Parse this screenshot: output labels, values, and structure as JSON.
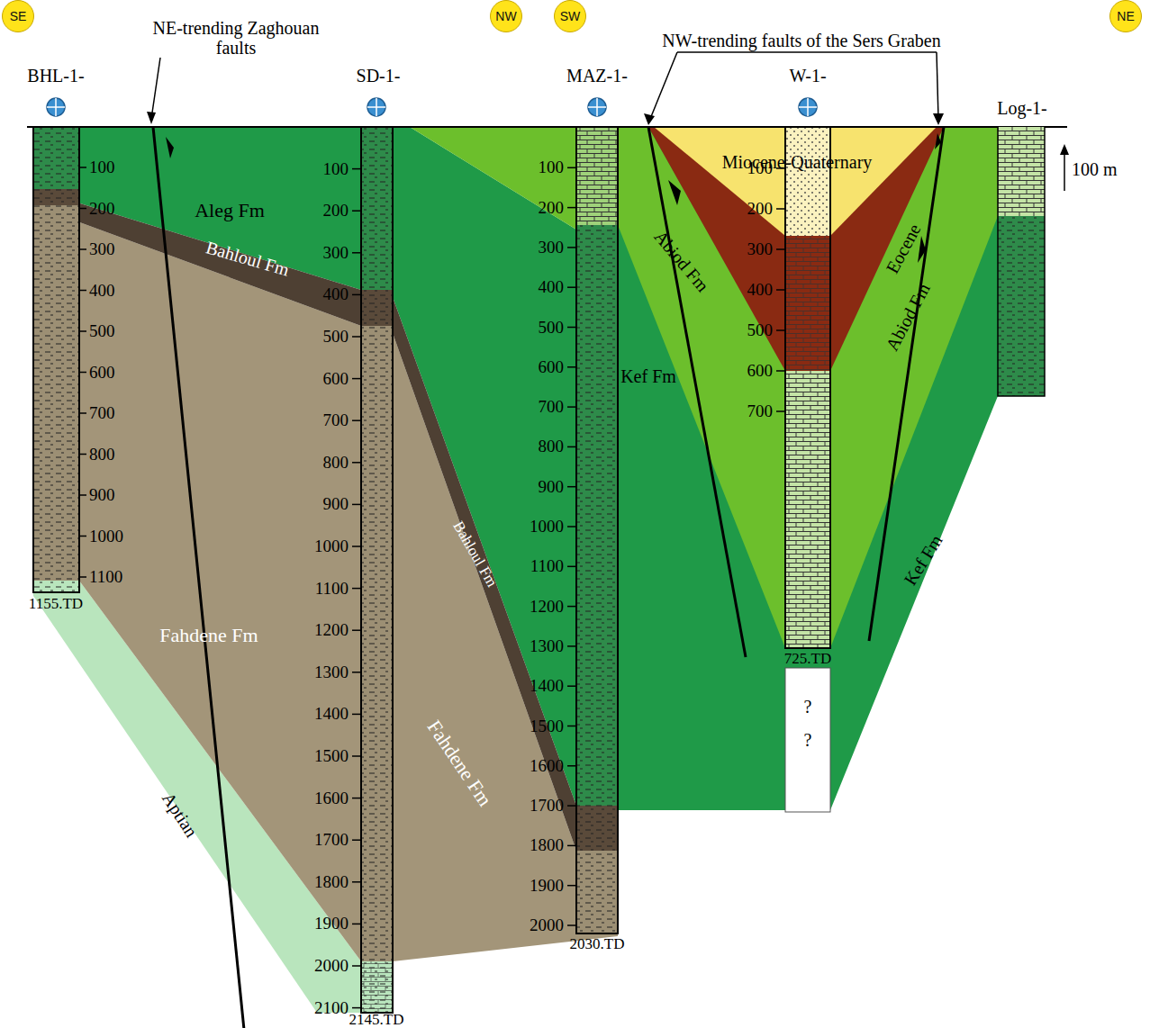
{
  "diagram": {
    "nodes": [
      {
        "text": [
          "SE"
        ]
      },
      {
        "text": [
          "NW"
        ]
      },
      {
        "text": [
          "SW"
        ]
      },
      {
        "text": [
          "NE"
        ]
      }
    ],
    "labels": [
      "BHL-1-",
      "SD-1-",
      "MAZ-1-",
      "W-1-",
      "Log-1-",
      "NE-trending Zaghouan faults",
      "NW-trending faults of the Sers Graben",
      "Aleg Fm",
      "Bahloul Fm",
      "Bahloul Fm",
      "Fahdene Fm",
      "Fahdene Fm",
      "Aptian",
      "Miocene-Quaternary",
      "Eocene",
      "Abiod Fm",
      "Abiod Fm",
      "Kef Fm",
      "Kef Fm",
      "100 m",
      "1155.TD",
      "2145.TD",
      "2030.TD",
      "725.TD",
      "?",
      "?",
      "100",
      "200",
      "300",
      "400",
      "500",
      "600",
      "700",
      "800",
      "900",
      "1000",
      "1100",
      "100",
      "200",
      "300",
      "400",
      "500",
      "600",
      "700",
      "800",
      "900",
      "1000",
      "1100",
      "1200",
      "1300",
      "1400",
      "1500",
      "1600",
      "1700",
      "1800",
      "1900",
      "2000",
      "2100",
      "100",
      "200",
      "300",
      "400",
      "500",
      "600",
      "700",
      "800",
      "900",
      "1000",
      "1100",
      "1200",
      "1300",
      "1400",
      "1500",
      "1600",
      "1700",
      "1800",
      "1900",
      "2000",
      "100",
      "200",
      "300",
      "400",
      "500",
      "600",
      "700"
    ]
  }
}
